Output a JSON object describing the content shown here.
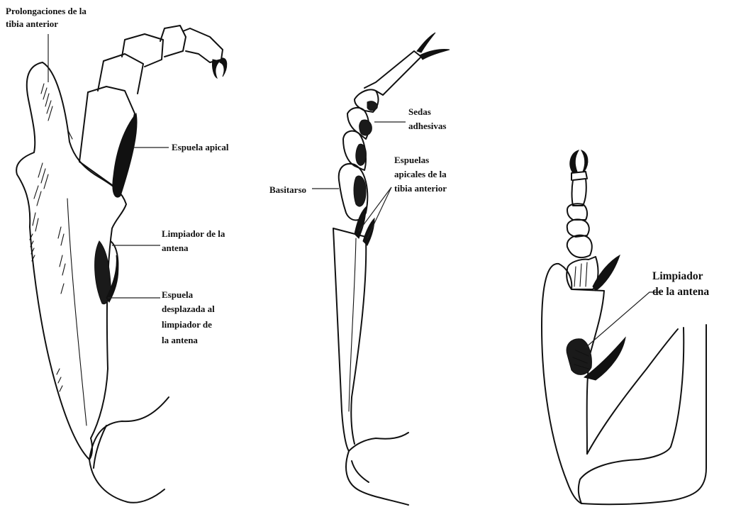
{
  "panel_left": {
    "labels": {
      "tibia_extensions": [
        "Prolongaciones de la",
        "tibia anterior"
      ],
      "apical_spur": "Espuela apical",
      "antenna_cleaner": [
        "Limpiador de la",
        "antena"
      ],
      "displaced_spur": [
        "Espuela",
        "desplazada al",
        "limpiador de",
        "la antena"
      ]
    }
  },
  "panel_middle": {
    "labels": {
      "adhesive_setae": [
        "Sedas",
        "adhesivas"
      ],
      "apical_spurs": [
        "Espuelas",
        "apicales de la",
        "tibia anterior"
      ],
      "basitarsus": "Basitarso"
    }
  },
  "panel_right": {
    "labels": {
      "antenna_cleaner": [
        "Limpiador",
        "de la antena"
      ]
    }
  }
}
